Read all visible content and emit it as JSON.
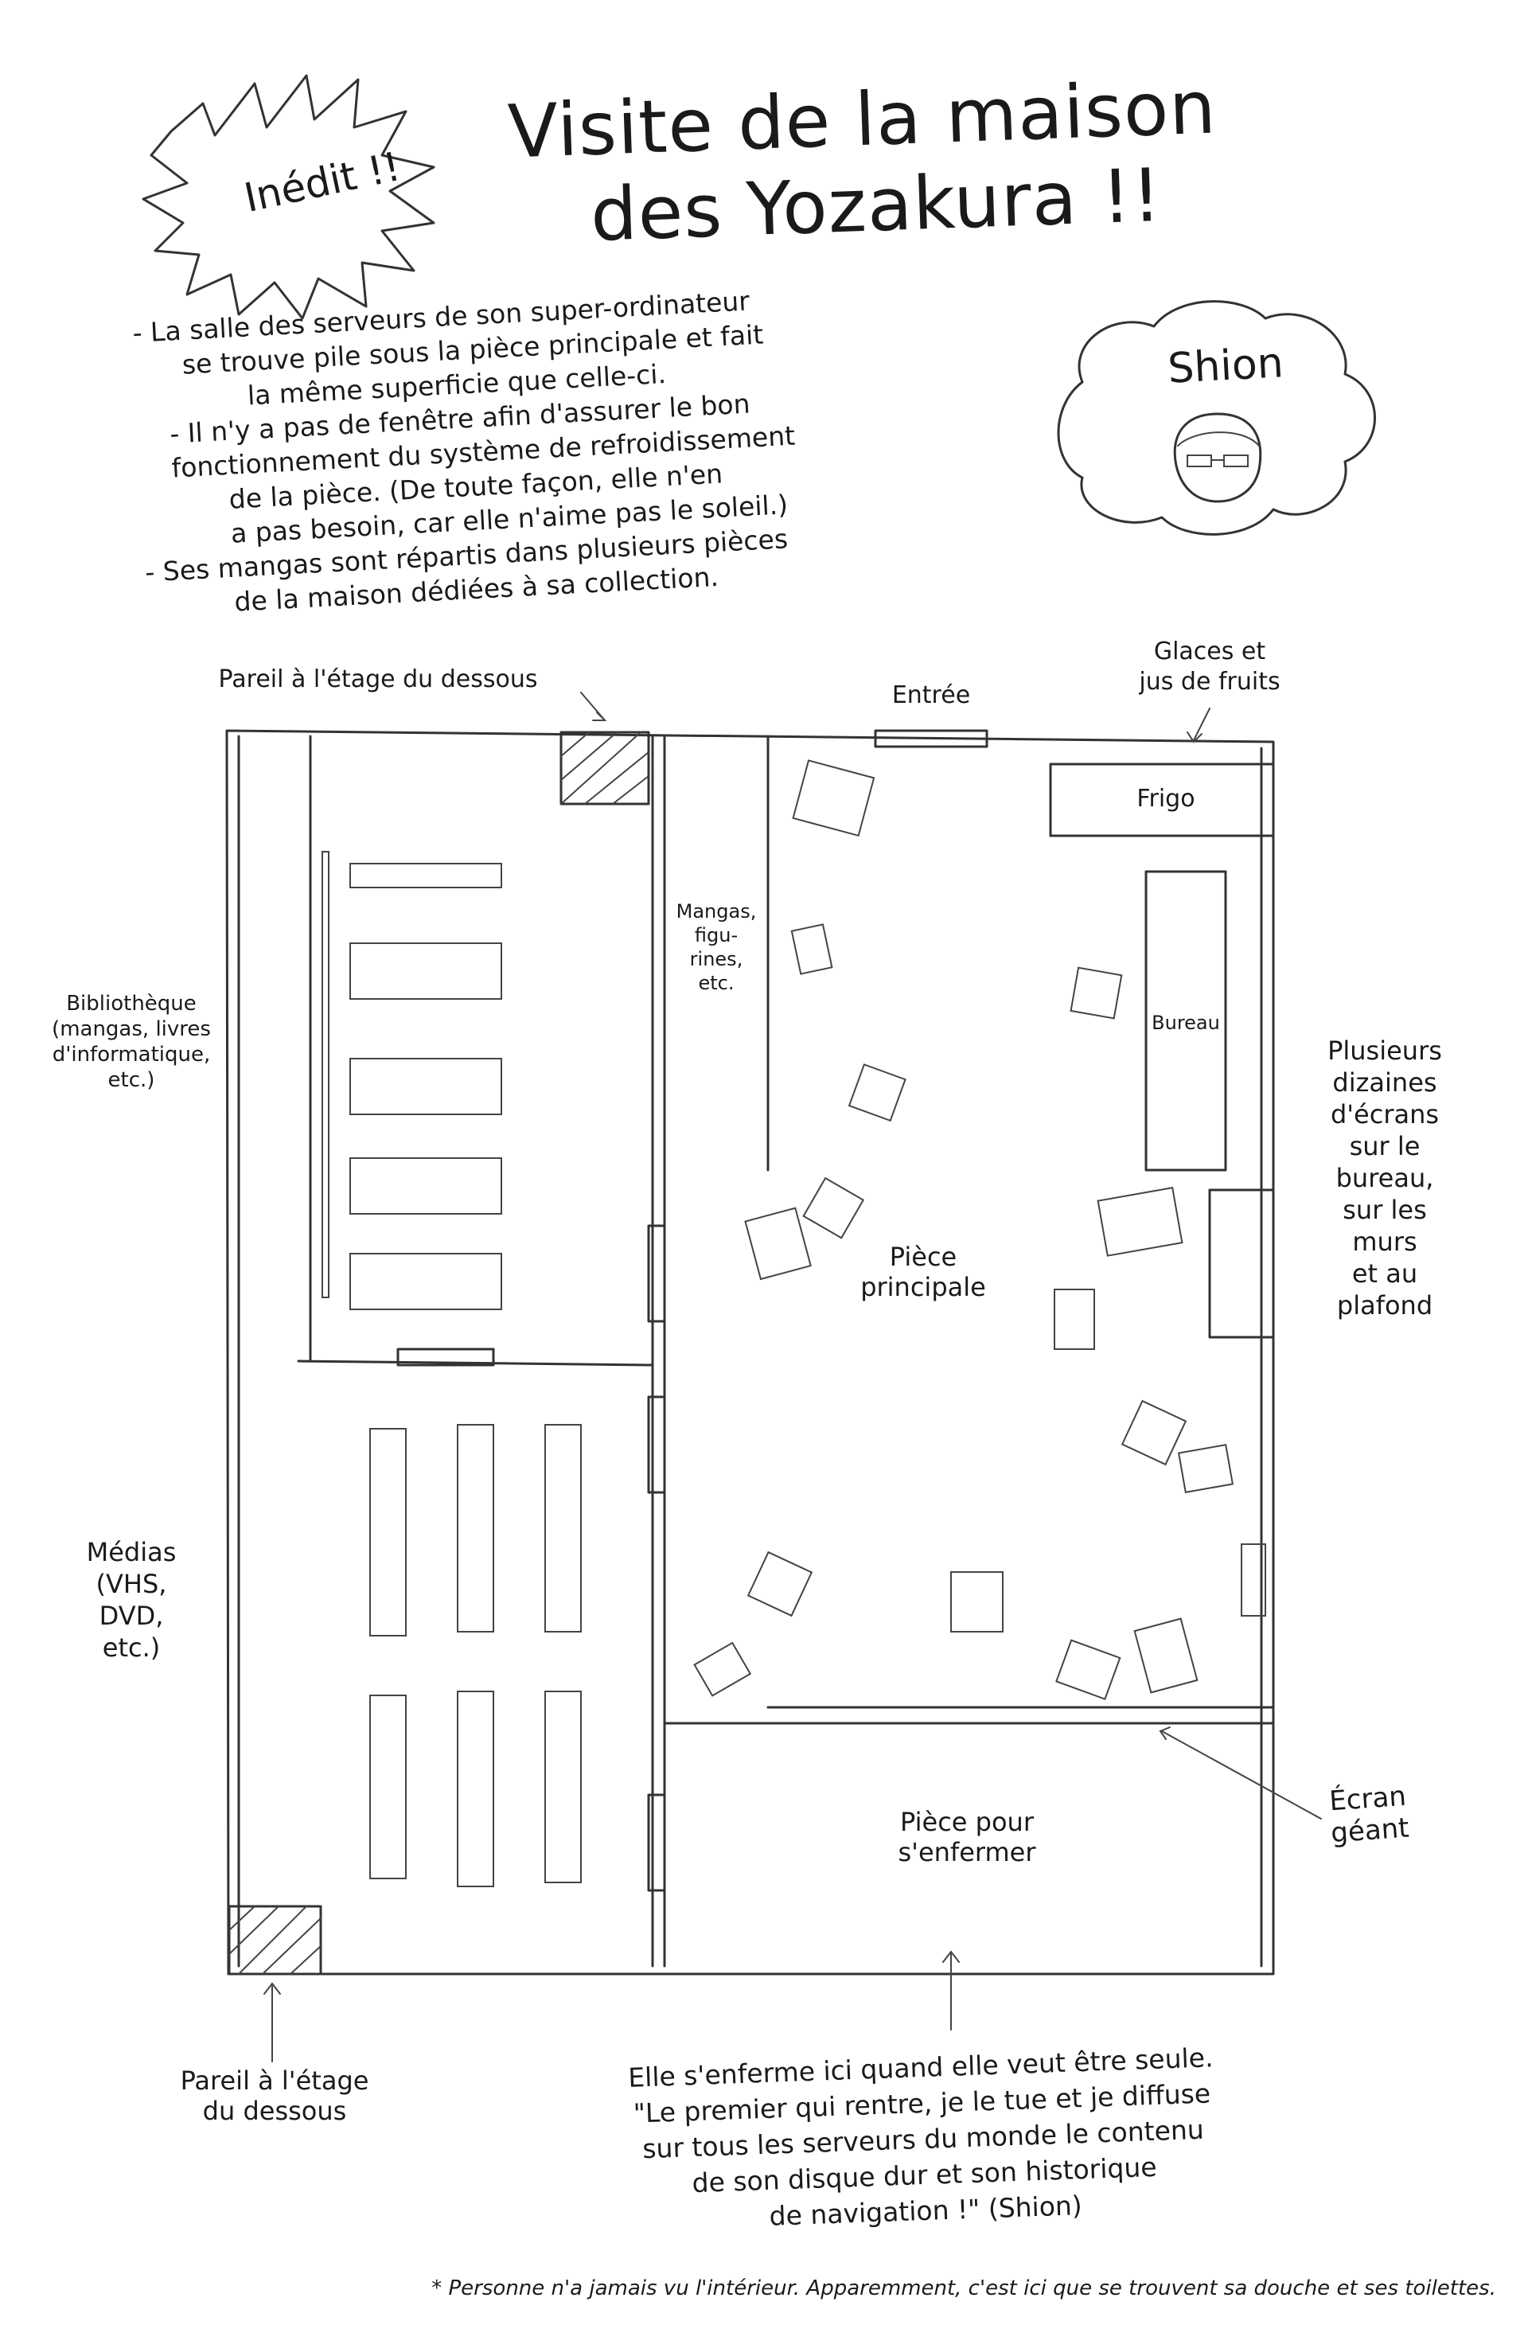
{
  "badge": "Inédit !!",
  "title": [
    "Visite de la maison",
    "des Yozakura !!"
  ],
  "character": {
    "name": "Shion",
    "icon": "character-face-icon"
  },
  "notes": [
    "- La salle des serveurs de son super-ordinateur",
    "se trouve pile sous la pièce principale et fait",
    "la même superficie que celle-ci.",
    "- Il n'y a pas de fenêtre afin d'assurer le bon",
    "fonctionnement du système de refroidissement",
    "de la pièce. (De toute façon, elle n'en",
    "a pas besoin, car elle n'aime pas le soleil.)",
    "- Ses mangas sont répartis dans plusieurs pièces",
    "de la maison dédiées à sa collection."
  ],
  "labels": {
    "pareil_top": "Pareil à l'étage du dessous",
    "entree": "Entrée",
    "glaces": [
      "Glaces et",
      "jus de fruits"
    ],
    "frigo": "Frigo",
    "mangas": [
      "Mangas,",
      "figu-",
      "rines,",
      "etc."
    ],
    "bureau": "Bureau",
    "bibliotheque": [
      "Bibliothèque",
      "(mangas, livres",
      "d'informatique,",
      "etc.)"
    ],
    "ecrans": [
      "Plusieurs",
      "dizaines",
      "d'écrans",
      "sur le",
      "bureau,",
      "sur les",
      "murs",
      "et au",
      "plafond"
    ],
    "piece_principale": [
      "Pièce",
      "principale"
    ],
    "medias": [
      "Médias",
      "(VHS,",
      "DVD,",
      "etc.)"
    ],
    "ecran_geant": [
      "Écran",
      "géant"
    ],
    "piece_enfermer": [
      "Pièce pour",
      "s'enfermer"
    ],
    "pareil_bottom": [
      "Pareil à l'étage",
      "du dessous"
    ]
  },
  "quote": [
    "Elle s'enferme ici quand elle veut être seule.",
    "\"Le premier qui rentre, je le tue et je diffuse",
    "sur tous les serveurs du monde le contenu",
    "de son disque dur et son historique",
    "de navigation !\" (Shion)"
  ],
  "footnote": "* Personne n'a jamais vu l'intérieur. Apparemment, c'est ici que se trouvent sa douche et ses toilettes."
}
